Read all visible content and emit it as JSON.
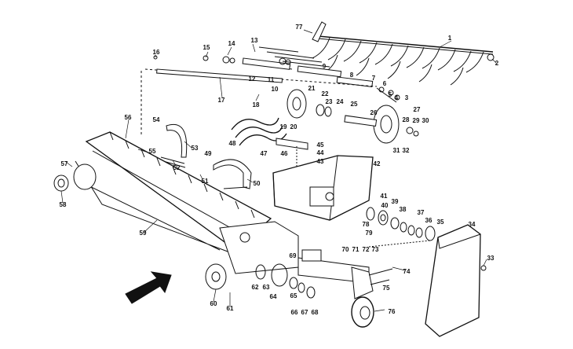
{
  "labels": [
    {
      "id": "1",
      "text": "1"
    },
    {
      "id": "2",
      "text": "2"
    },
    {
      "id": "3",
      "text": "3"
    },
    {
      "id": "4",
      "text": "4"
    },
    {
      "id": "5",
      "text": "5"
    },
    {
      "id": "6",
      "text": "6"
    },
    {
      "id": "7",
      "text": "7"
    },
    {
      "id": "8",
      "text": "8"
    },
    {
      "id": "9",
      "text": "9"
    },
    {
      "id": "10",
      "text": "10"
    },
    {
      "id": "11",
      "text": "11"
    },
    {
      "id": "12",
      "text": "12"
    },
    {
      "id": "13",
      "text": "13"
    },
    {
      "id": "14",
      "text": "14"
    },
    {
      "id": "15",
      "text": "15"
    },
    {
      "id": "16",
      "text": "16"
    },
    {
      "id": "17",
      "text": "17"
    },
    {
      "id": "18",
      "text": "18"
    },
    {
      "id": "19",
      "text": "19"
    },
    {
      "id": "20",
      "text": "20"
    },
    {
      "id": "21",
      "text": "21"
    },
    {
      "id": "22",
      "text": "22"
    },
    {
      "id": "23",
      "text": "23"
    },
    {
      "id": "24",
      "text": "24"
    },
    {
      "id": "25",
      "text": "25"
    },
    {
      "id": "26",
      "text": "26"
    },
    {
      "id": "27",
      "text": "27"
    },
    {
      "id": "28",
      "text": "28"
    },
    {
      "id": "29",
      "text": "29"
    },
    {
      "id": "30",
      "text": "30"
    },
    {
      "id": "31",
      "text": "31"
    },
    {
      "id": "32",
      "text": "32"
    },
    {
      "id": "33",
      "text": "33"
    },
    {
      "id": "34",
      "text": "34"
    },
    {
      "id": "35",
      "text": "35"
    },
    {
      "id": "36",
      "text": "36"
    },
    {
      "id": "37",
      "text": "37"
    },
    {
      "id": "38",
      "text": "38"
    },
    {
      "id": "39",
      "text": "39"
    },
    {
      "id": "40",
      "text": "40"
    },
    {
      "id": "41",
      "text": "41"
    },
    {
      "id": "42",
      "text": "42"
    },
    {
      "id": "43",
      "text": "43"
    },
    {
      "id": "44",
      "text": "44"
    },
    {
      "id": "45",
      "text": "45"
    },
    {
      "id": "46",
      "text": "46"
    },
    {
      "id": "47",
      "text": "47"
    },
    {
      "id": "48",
      "text": "48"
    },
    {
      "id": "49",
      "text": "49"
    },
    {
      "id": "50",
      "text": "50"
    },
    {
      "id": "51",
      "text": "51"
    },
    {
      "id": "52",
      "text": "52"
    },
    {
      "id": "53",
      "text": "53"
    },
    {
      "id": "54",
      "text": "54"
    },
    {
      "id": "55",
      "text": "55"
    },
    {
      "id": "56",
      "text": "56"
    },
    {
      "id": "57",
      "text": "57"
    },
    {
      "id": "58",
      "text": "58"
    },
    {
      "id": "59",
      "text": "59"
    },
    {
      "id": "60",
      "text": "60"
    },
    {
      "id": "61",
      "text": "61"
    },
    {
      "id": "62",
      "text": "62"
    },
    {
      "id": "63",
      "text": "63"
    },
    {
      "id": "64",
      "text": "64"
    },
    {
      "id": "65",
      "text": "65"
    },
    {
      "id": "66",
      "text": "66"
    },
    {
      "id": "67",
      "text": "67"
    },
    {
      "id": "68",
      "text": "68"
    },
    {
      "id": "69",
      "text": "69"
    },
    {
      "id": "70",
      "text": "70"
    },
    {
      "id": "71",
      "text": "71"
    },
    {
      "id": "72",
      "text": "72"
    },
    {
      "id": "73",
      "text": "73"
    },
    {
      "id": "74",
      "text": "74"
    },
    {
      "id": "75",
      "text": "75"
    },
    {
      "id": "76",
      "text": "76"
    },
    {
      "id": "77",
      "text": "77"
    },
    {
      "id": "78",
      "text": "78"
    },
    {
      "id": "79",
      "text": "79"
    }
  ]
}
